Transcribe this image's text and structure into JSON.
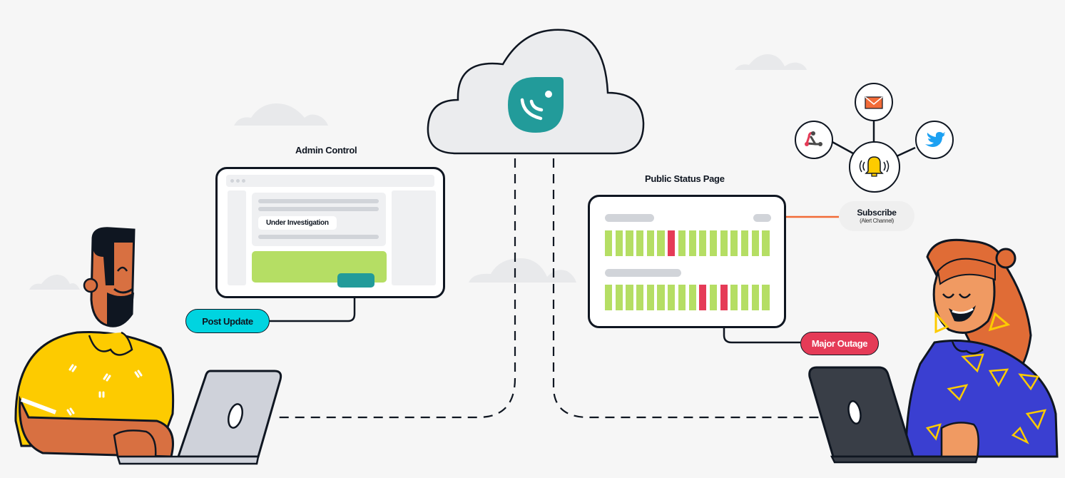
{
  "admin_control": {
    "title": "Admin Control",
    "status_chip": "Under Investigation",
    "post_update_label": "Post Update"
  },
  "cloud": {
    "logo_icon": "status-logo-icon"
  },
  "public_status_page": {
    "title": "Public Status Page",
    "rows": [
      {
        "bars": [
          "up",
          "up",
          "up",
          "up",
          "up",
          "up",
          "down",
          "up",
          "up",
          "up",
          "up",
          "up",
          "up",
          "up",
          "up",
          "up"
        ]
      },
      {
        "bars": [
          "up",
          "up",
          "up",
          "up",
          "up",
          "up",
          "up",
          "up",
          "up",
          "down",
          "up",
          "down",
          "up",
          "up",
          "up",
          "up"
        ]
      }
    ],
    "major_outage_label": "Major Outage"
  },
  "subscribe": {
    "label": "Subscribe",
    "sublabel": "(Alert Channel)",
    "channels": [
      "webhook-icon",
      "email-icon",
      "twitter-icon",
      "bell-icon"
    ]
  },
  "colors": {
    "background": "#f6f6f6",
    "outline": "#0f1621",
    "teal": "#229b9a",
    "green": "#b5de64",
    "red": "#e53b57",
    "cyan": "#00d4e0",
    "orange": "#f26b38",
    "yellow": "#fdcb00",
    "blue": "#3a3fd1"
  }
}
